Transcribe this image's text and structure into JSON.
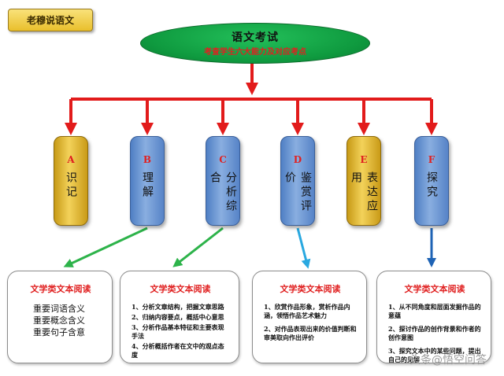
{
  "badge": {
    "label": "老穆说语文"
  },
  "root": {
    "title": "语文考试",
    "subtitle": "考查学生六大能力及对应考点"
  },
  "abilities": [
    {
      "letter": "A",
      "text": "识记"
    },
    {
      "letter": "B",
      "text": "理解"
    },
    {
      "letter": "C",
      "text": "分析综合"
    },
    {
      "letter": "D",
      "text": "鉴赏评价"
    },
    {
      "letter": "E",
      "text": "表达应用"
    },
    {
      "letter": "F",
      "text": "探究"
    }
  ],
  "boxes": [
    {
      "heading": "文学类文本阅读",
      "items": [
        "重要词语含义",
        "重要概念含义",
        "重要句子含意"
      ]
    },
    {
      "heading": "文学类文本阅读",
      "items": [
        "1、分析文章结构，把握文章思路",
        "2、归纳内容要点，概括中心意思",
        "3、分析作品基本特征和主要表现手法",
        "4、分析概括作者在文中的观点态度"
      ]
    },
    {
      "heading": "文学类文本阅读",
      "items": [
        "1、欣赏作品形象，赏析作品内涵，领悟作品艺术魅力",
        "2、对作品表现出来的价值判断和审美取向作出评价"
      ]
    },
    {
      "heading": "文学类文本阅读",
      "items": [
        "1、从不同角度和层面发掘作品的意蕴",
        "2、探讨作品的创作背景和作者的创作意图",
        "3、探究文本中的某些问题，提出自己的见解"
      ]
    }
  ],
  "watermark": "头条@悟空问答",
  "colors": {
    "red_arrow": "#e21b1b",
    "green_arrow": "#2db34a",
    "light_blue_arrow": "#29a8e0",
    "dark_blue_arrow": "#1e63b5"
  }
}
